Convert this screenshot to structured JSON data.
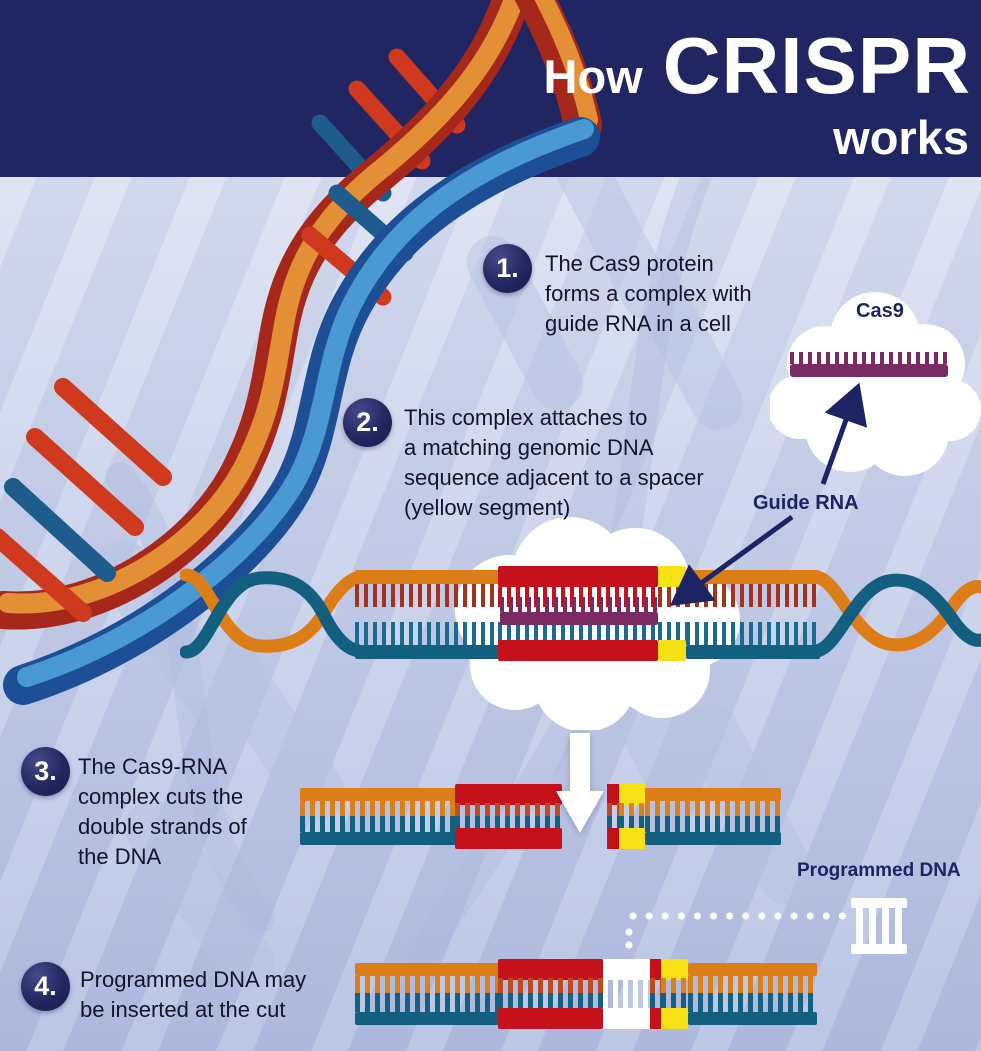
{
  "title": {
    "prefix": "How",
    "main": "CRISPR",
    "suffix": "works"
  },
  "steps": [
    {
      "num": "1.",
      "lines": [
        "The Cas9 protein",
        "forms a complex with",
        "guide RNA in a cell"
      ]
    },
    {
      "num": "2.",
      "lines": [
        "This complex attaches to",
        "a matching genomic DNA",
        "sequence adjacent to a spacer",
        "(yellow segment)"
      ]
    },
    {
      "num": "3.",
      "lines": [
        "The Cas9-RNA",
        "complex cuts the",
        "double strands of",
        "the DNA"
      ]
    },
    {
      "num": "4.",
      "lines": [
        "Programmed DNA may",
        "be inserted at the cut"
      ]
    }
  ],
  "labels": {
    "cas9": "Cas9",
    "guide_rna": "Guide RNA",
    "programmed_dna": "Programmed DNA"
  },
  "icons": [
    "guide-rna-icon",
    "programmed-dna-icon",
    "cut-arrow-icon",
    "cloud-icon"
  ],
  "colors": {
    "header_navy": "#212663",
    "badge_navy": "#23275f",
    "background": "#c7cfe9",
    "strand_orange": "#dd7d17",
    "strand_teal": "#135f80",
    "teeth_dark_red": "#a23320",
    "target_red": "#c5111c",
    "spacer_yellow": "#f6e016",
    "guide_rna_purple": "#7b2a62",
    "label_navy": "#1c2464",
    "inserted_white": "#ffffff"
  }
}
